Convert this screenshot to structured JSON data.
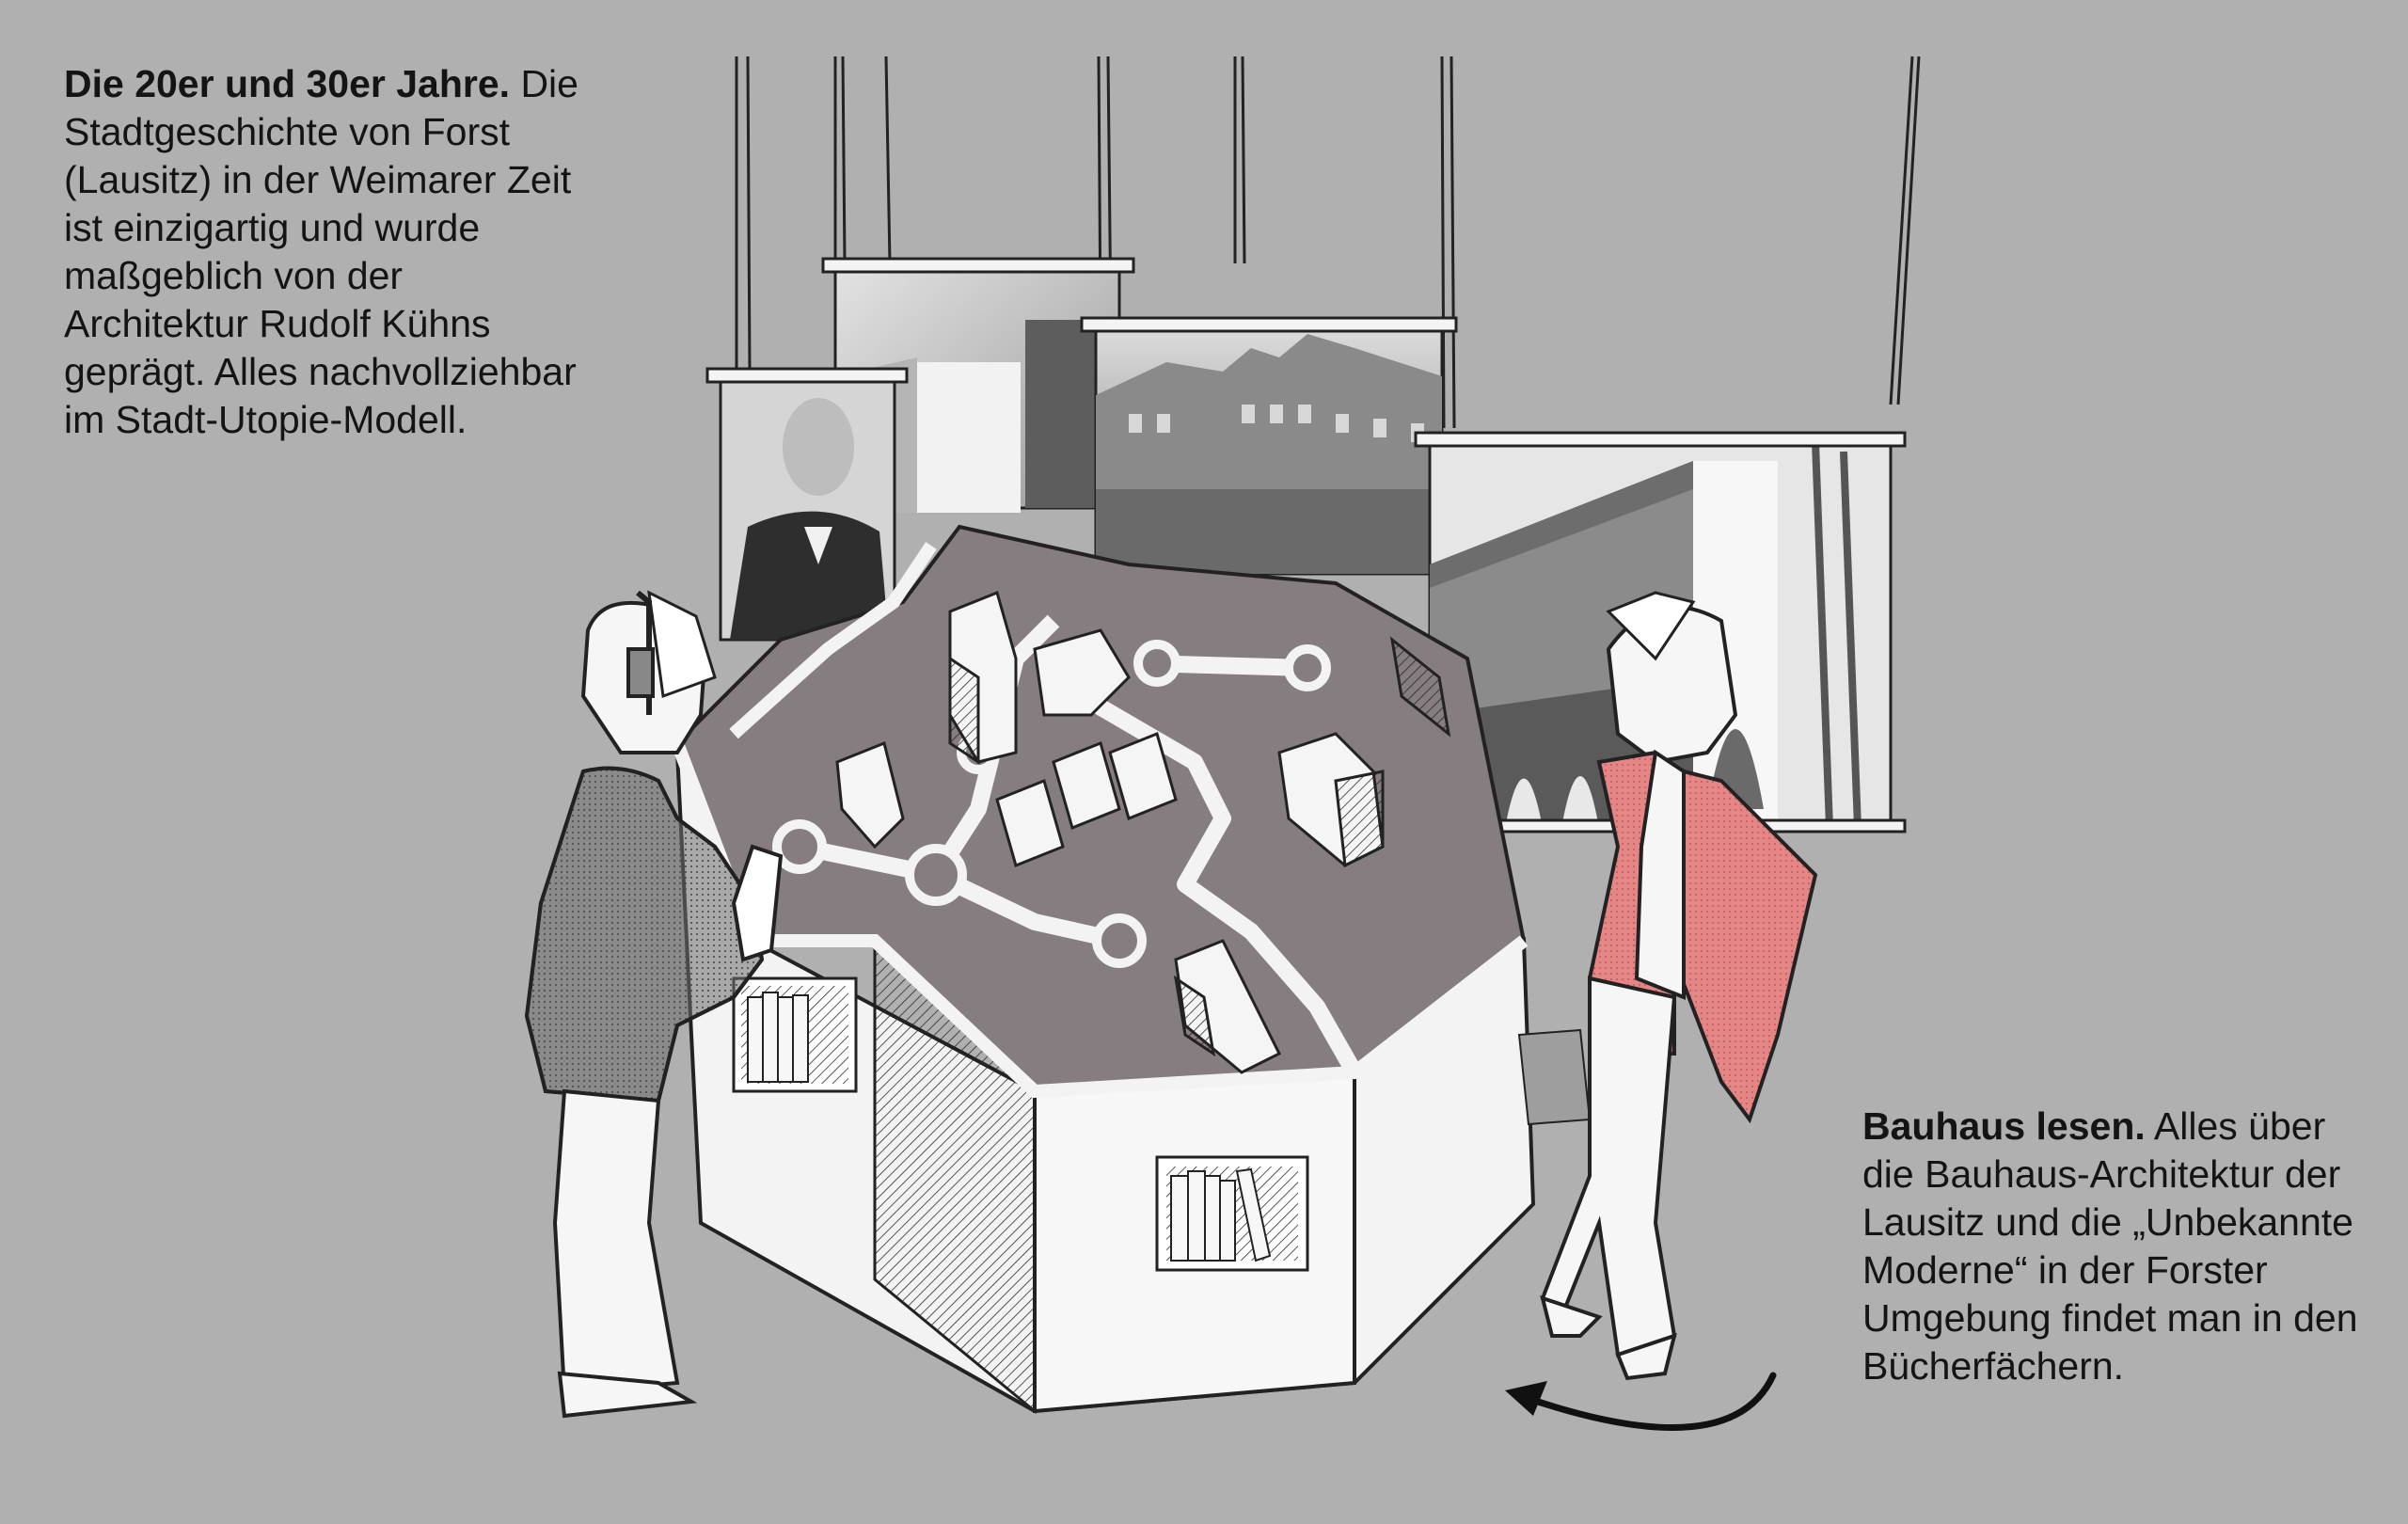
{
  "caption_top": {
    "lead": "Die 20er und 30er Jahre.",
    "body": "Die Stadtgeschichte von Forst (Lausitz) in der Weimarer Zeit ist einzigartig und wurde maßgeblich von der Architektur Rudolf Kühns geprägt. Alles nachvollziehbar im Stadt-Utopie-Modell."
  },
  "caption_bottom": {
    "lead": "Bauhaus lesen.",
    "body": "Alles über die Bauhaus-Architektur der Lausitz und die „Unbekannte Moderne“ in der Forster Umgebung findet man in den Bücherfächern."
  },
  "colors": {
    "background": "#b0b0b0",
    "model_surface": "#857d80",
    "coat_red": "#e07b7b",
    "coat_grey": "#6b6b6b"
  }
}
